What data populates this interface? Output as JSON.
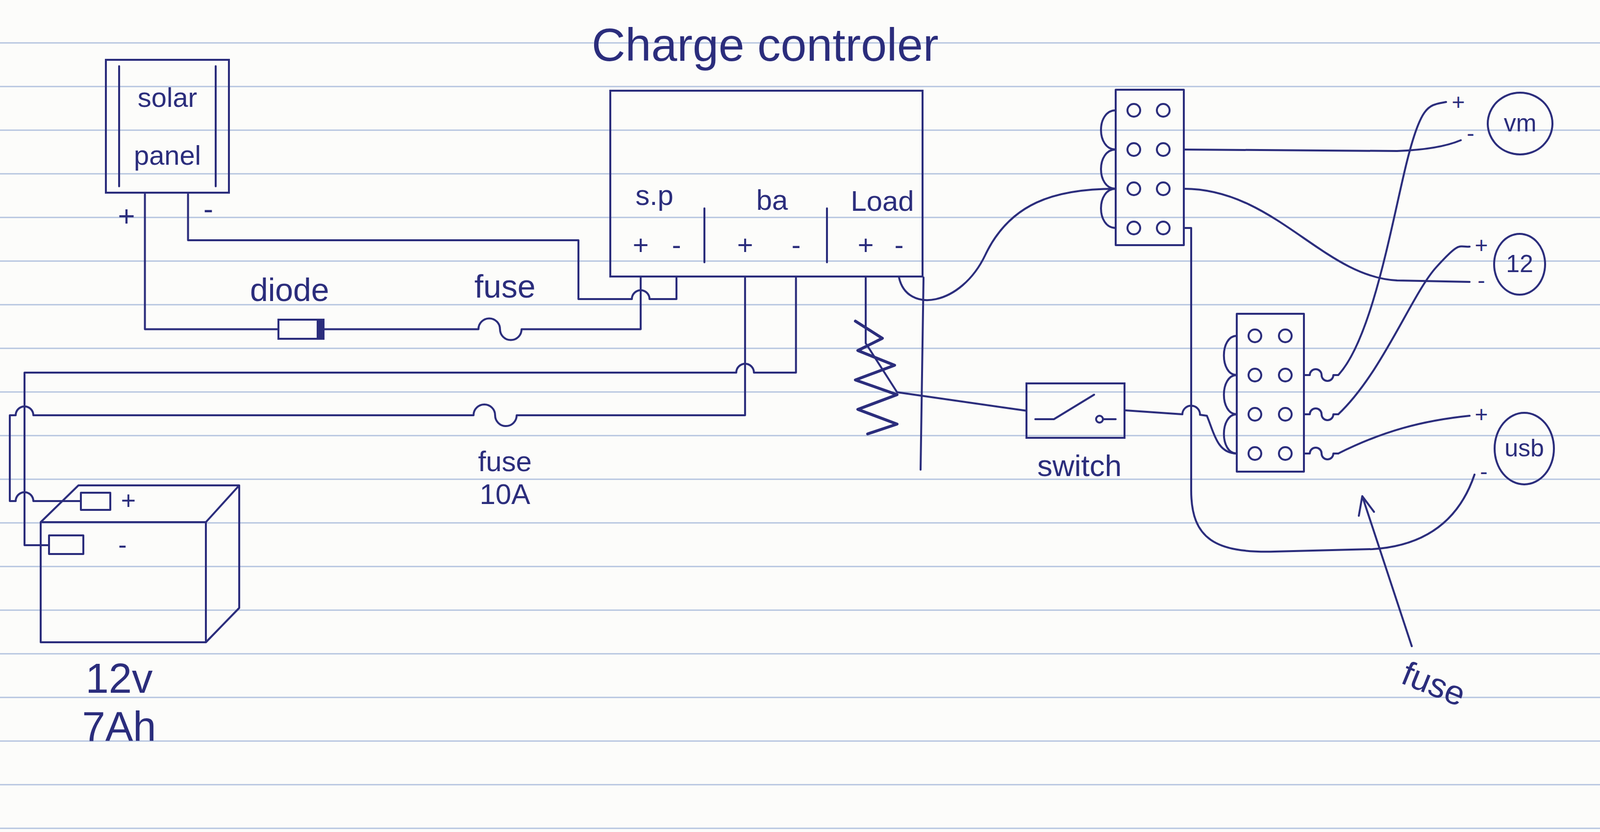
{
  "diagram": {
    "nodes": [
      {
        "text": [
          "solar panel"
        ]
      },
      {
        "text": [
          "Charge controler"
        ]
      },
      {
        "text": [
          "diode"
        ]
      },
      {
        "text": [
          "12v 7Ah"
        ]
      },
      {
        "text": [
          "switch"
        ]
      },
      {
        "text": [
          "vm"
        ]
      },
      {
        "text": [
          "12"
        ]
      },
      {
        "text": [
          "usb"
        ]
      }
    ],
    "edges": [
      {
        "from": 0,
        "to": 2,
        "arrow": "none"
      },
      {
        "from": 2,
        "to": 1,
        "arrow": "none"
      },
      {
        "from": 0,
        "to": 1,
        "arrow": "none"
      },
      {
        "from": 3,
        "to": 1,
        "arrow": "none"
      },
      {
        "from": 3,
        "to": 1,
        "arrow": "none"
      },
      {
        "from": 1,
        "to": 4,
        "arrow": "none"
      }
    ],
    "labels": [
      "+",
      "-",
      "s.p",
      "+",
      "-",
      "ba",
      "+",
      "-",
      "Load",
      "+",
      "-",
      "fuse",
      "fuse 10A",
      "+",
      "-",
      "+",
      "-",
      "+",
      "-",
      "+",
      "-",
      "fuse"
    ]
  }
}
